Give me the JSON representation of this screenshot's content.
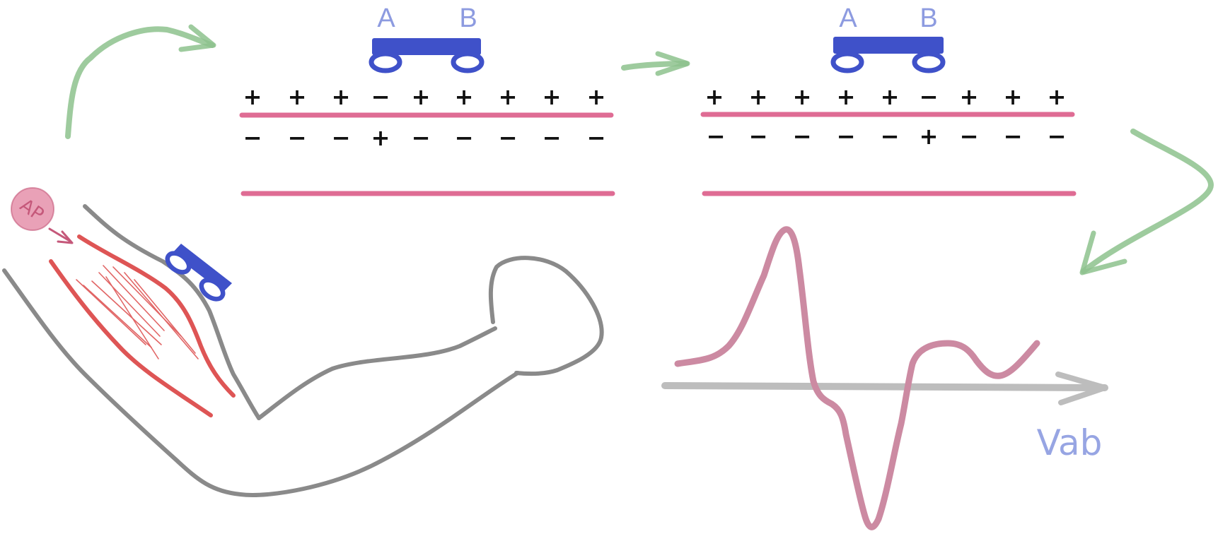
{
  "colors": {
    "arrow": "#8dc28d",
    "membrane": "#df6c94",
    "electrode": "#3f51c9",
    "electrode_label": "#8d9be0",
    "arm": "#8a8a8a",
    "muscle": "#de5555",
    "signal": "#cc8aa2",
    "axis": "#bdbdbd",
    "axis_label": "#97a5e3",
    "ap_marker": "#e590aa"
  },
  "icons": {
    "ap": "ap-stamp-icon",
    "flow": "hand-drawn-arrow-icon"
  },
  "ap_marker": {
    "text": "AP"
  },
  "panels": [
    {
      "electrode_a": "A",
      "electrode_b": "B",
      "top_row": [
        "+",
        "+",
        "+",
        "−",
        "+",
        "+",
        "+",
        "+",
        "+"
      ],
      "bottom_row": [
        "−",
        "−",
        "−",
        "+",
        "−",
        "−",
        "−",
        "−",
        "−"
      ]
    },
    {
      "electrode_a": "A",
      "electrode_b": "B",
      "top_row": [
        "+",
        "+",
        "+",
        "+",
        "+",
        "−",
        "+",
        "+",
        "+"
      ],
      "bottom_row": [
        "−",
        "−",
        "−",
        "−",
        "−",
        "+",
        "−",
        "−",
        "−"
      ]
    }
  ],
  "waveform": {
    "axis_label": "Vab"
  }
}
